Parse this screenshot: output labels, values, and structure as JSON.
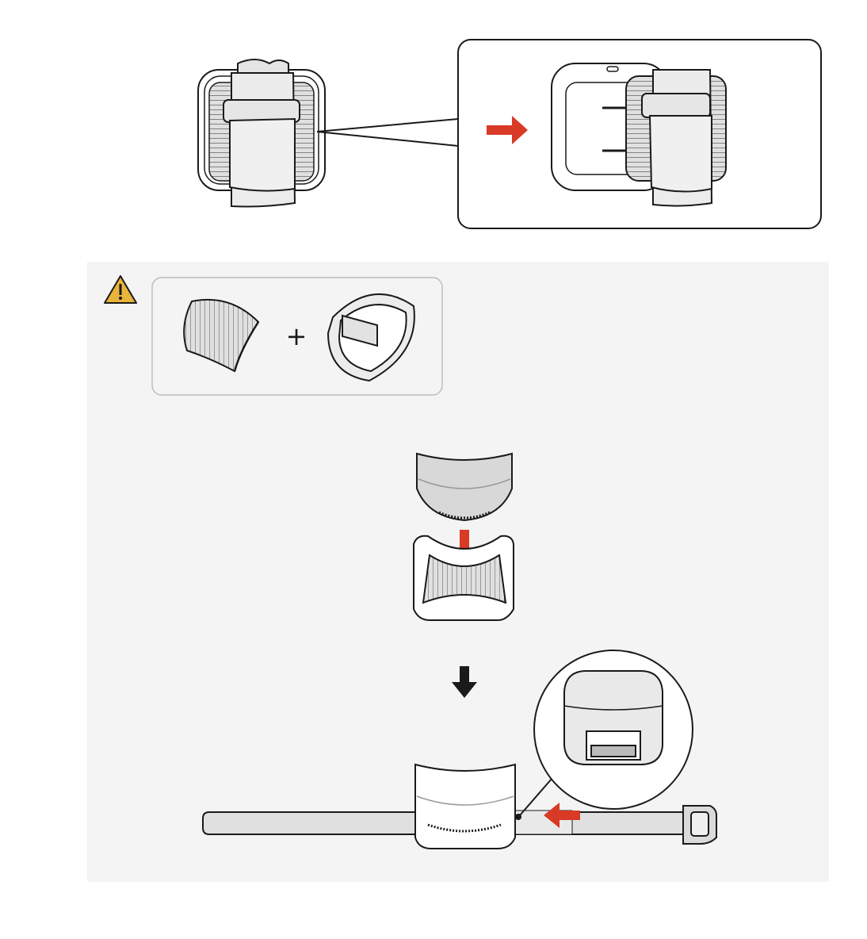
{
  "colors": {
    "accent_arrow": "#d83a26",
    "dark_arrow": "#1a1a1a",
    "warning_fill": "#e8b43a",
    "panel_bg": "#f3f4f3",
    "outline": "#1a1a1a",
    "part_fill": "#ebebeb",
    "part_shade": "#d4d4d4"
  },
  "steps": {
    "top": {
      "callout_arrow": "right",
      "description_icons": [
        "charger-device-icon",
        "strap-device-icon"
      ]
    },
    "bottom": {
      "warning_icon": "warning-triangle-icon",
      "parts_box": {
        "combine_symbol": "+",
        "items": [
          "cushion-pad-icon",
          "loop-strap-icon"
        ]
      },
      "assembly": {
        "insert_arrow": "down",
        "next_arrow": "down",
        "slide_arrow": "left"
      }
    }
  }
}
